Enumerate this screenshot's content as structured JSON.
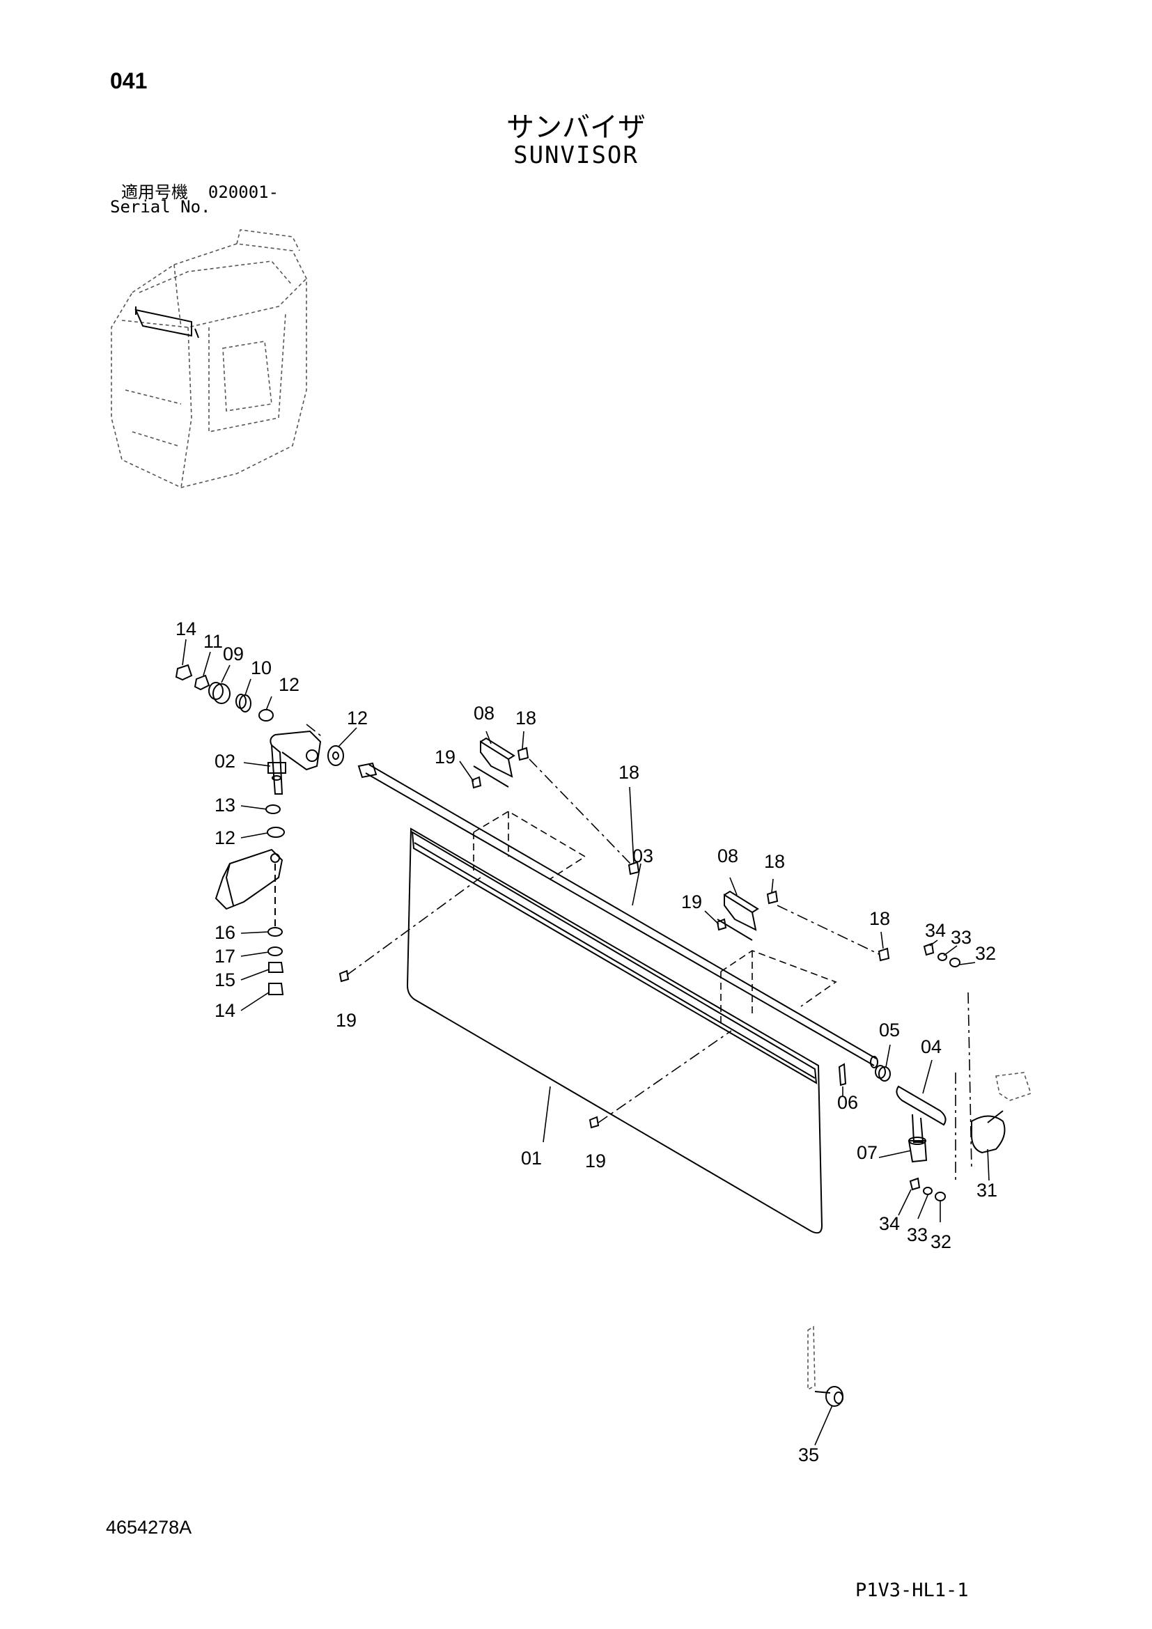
{
  "page_number": "041",
  "title_jp": "サンバイザ",
  "title_en": "SUNVISOR",
  "serial_label_jp": "適用号機",
  "serial_range": "020001-",
  "serial_label_en": "Serial No.",
  "document_code": "4654278A",
  "page_ref": "P1V3-HL1-1",
  "callouts": {
    "c14a": "14",
    "c11": "11",
    "c09": "09",
    "c10": "10",
    "c12a": "12",
    "c12b": "12",
    "c02": "02",
    "c13": "13",
    "c12c": "12",
    "c16": "16",
    "c17": "17",
    "c15": "15",
    "c14b": "14",
    "c19a": "19",
    "c08a": "08",
    "c18a": "18",
    "c19b": "19",
    "c18b": "18",
    "c03": "03",
    "c08b": "08",
    "c18c": "18",
    "c19c": "19",
    "c18d": "18",
    "c34a": "34",
    "c33a": "33",
    "c32a": "32",
    "c05": "05",
    "c04": "04",
    "c06": "06",
    "c07": "07",
    "c31": "31",
    "c01": "01",
    "c19d": "19",
    "c34b": "34",
    "c33b": "33",
    "c32b": "32",
    "c35": "35"
  }
}
